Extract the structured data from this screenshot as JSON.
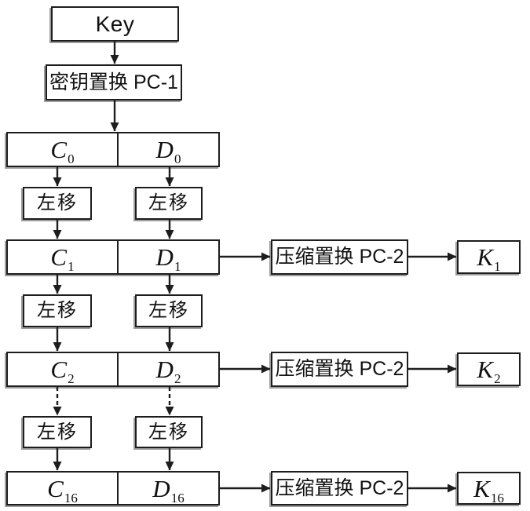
{
  "labels": {
    "key": "Key",
    "pc1": "密钥置换 PC-1",
    "left_shift": "左移",
    "pc2": "压缩置换 PC-2"
  },
  "registers": [
    {
      "c_base": "C",
      "c_sub": "0",
      "d_base": "D",
      "d_sub": "0"
    },
    {
      "c_base": "C",
      "c_sub": "1",
      "d_base": "D",
      "d_sub": "1"
    },
    {
      "c_base": "C",
      "c_sub": "2",
      "d_base": "D",
      "d_sub": "2"
    },
    {
      "c_base": "C",
      "c_sub": "16",
      "d_base": "D",
      "d_sub": "16"
    }
  ],
  "subkeys": [
    {
      "base": "K",
      "sub": "1"
    },
    {
      "base": "K",
      "sub": "2"
    },
    {
      "base": "K",
      "sub": "16"
    }
  ],
  "colors": {
    "line": "#1d1d1d",
    "box_border": "#1d1d1d",
    "background": "#ffffff",
    "text": "#111111"
  }
}
